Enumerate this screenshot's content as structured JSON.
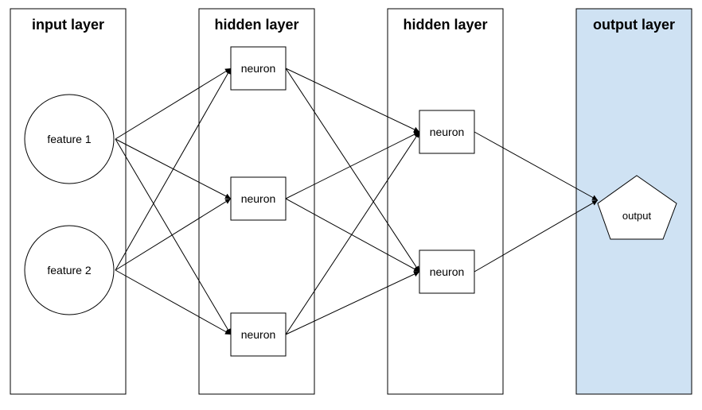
{
  "colors": {
    "output_layer_fill": "#cfe2f3",
    "stroke": "#000000",
    "background": "#ffffff"
  },
  "layers": [
    {
      "title": "input layer"
    },
    {
      "title": "hidden layer"
    },
    {
      "title": "hidden layer"
    },
    {
      "title": "output layer"
    }
  ],
  "inputs": [
    {
      "label": "feature 1"
    },
    {
      "label": "feature 2"
    }
  ],
  "hidden1": [
    {
      "label": "neuron"
    },
    {
      "label": "neuron"
    },
    {
      "label": "neuron"
    }
  ],
  "hidden2": [
    {
      "label": "neuron"
    },
    {
      "label": "neuron"
    }
  ],
  "output": {
    "label": "output"
  }
}
